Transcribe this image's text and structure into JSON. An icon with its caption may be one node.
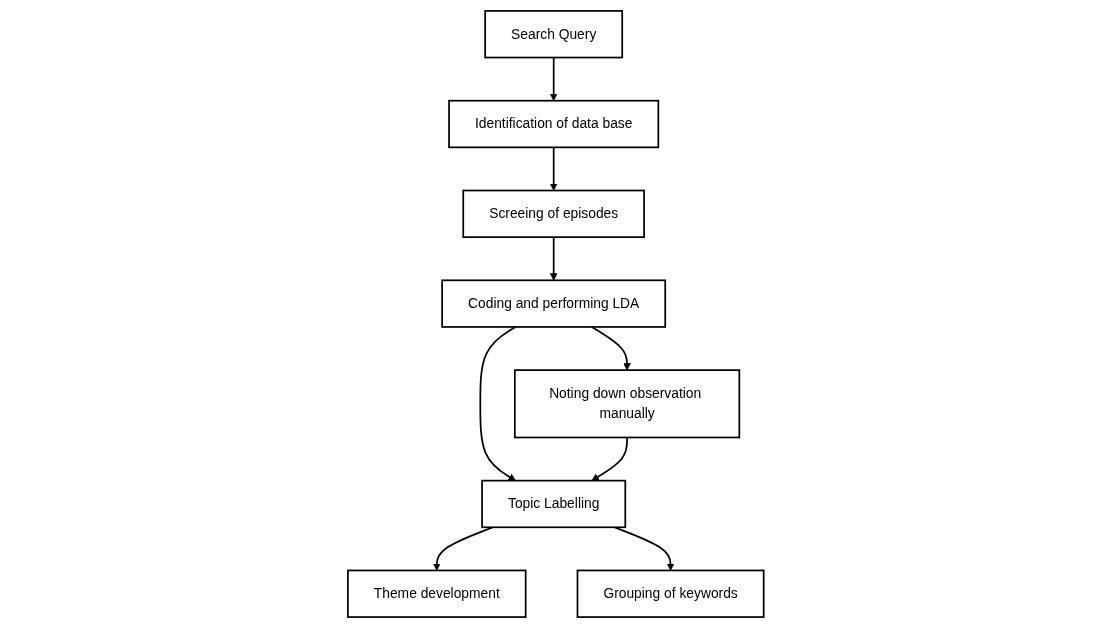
{
  "diagram": {
    "nodes": [
      {
        "text": [
          "Search Query"
        ]
      },
      {
        "text": [
          "Identification of data base"
        ]
      },
      {
        "text": [
          "Screeing of episodes"
        ]
      },
      {
        "text": [
          "Coding and performing LDA"
        ]
      },
      {
        "text": [
          "Noting down observation manually"
        ]
      },
      {
        "text": [
          "Topic Labelling"
        ]
      },
      {
        "text": [
          "Theme development"
        ]
      },
      {
        "text": [
          "Grouping of keywords"
        ]
      }
    ],
    "edges": [
      {
        "from": 0,
        "to": 1,
        "arrow": "to"
      },
      {
        "from": 1,
        "to": 2,
        "arrow": "to"
      },
      {
        "from": 2,
        "to": 3,
        "arrow": "to"
      },
      {
        "from": 3,
        "to": 4,
        "arrow": "to"
      },
      {
        "from": 3,
        "to": 5,
        "arrow": "to"
      },
      {
        "from": 4,
        "to": 5,
        "arrow": "to"
      },
      {
        "from": 5,
        "to": 6,
        "arrow": "to"
      },
      {
        "from": 5,
        "to": 7,
        "arrow": "to"
      }
    ]
  }
}
